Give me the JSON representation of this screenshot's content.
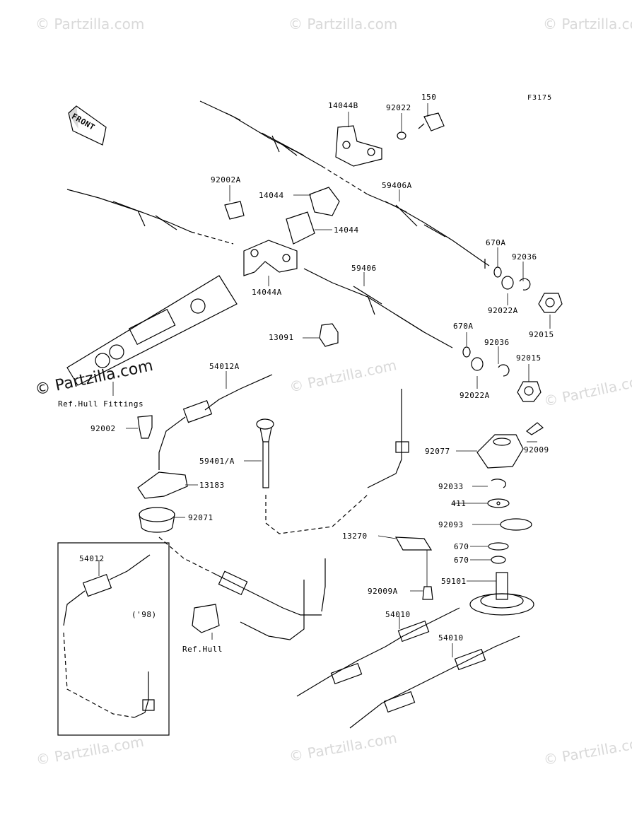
{
  "figure_code": "F3175",
  "front_label": "FRONT",
  "watermark": "© Partzilla.com",
  "watermark_dark": "© Partzilla.com",
  "labels": {
    "p14044B": "14044B",
    "p92022": "92022",
    "p150": "150",
    "p92002A": "92002A",
    "p14044_a": "14044",
    "p14044_b": "14044",
    "p59406A": "59406A",
    "p670A_a": "670A",
    "p92036_a": "92036",
    "p59406": "59406",
    "p14044A": "14044A",
    "p92022A_a": "92022A",
    "p92015_a": "92015",
    "p13091": "13091",
    "p670A_b": "670A",
    "p92036_b": "92036",
    "p92015_b": "92015",
    "p92022A_b": "92022A",
    "p54012A": "54012A",
    "refHullFittings": "Ref.Hull Fittings",
    "p92002": "92002",
    "p59401A": "59401/A",
    "p92077": "92077",
    "p92009": "92009",
    "p13183": "13183",
    "p92033": "92033",
    "p411": "411",
    "p92071": "92071",
    "p92093": "92093",
    "p13270": "13270",
    "p670_a": "670",
    "p670_b": "670",
    "p54012": "54012",
    "p92009A": "92009A",
    "p59101": "59101",
    "year98": "('98)",
    "p54010_a": "54010",
    "p54010_b": "54010",
    "refHull": "Ref.Hull"
  }
}
